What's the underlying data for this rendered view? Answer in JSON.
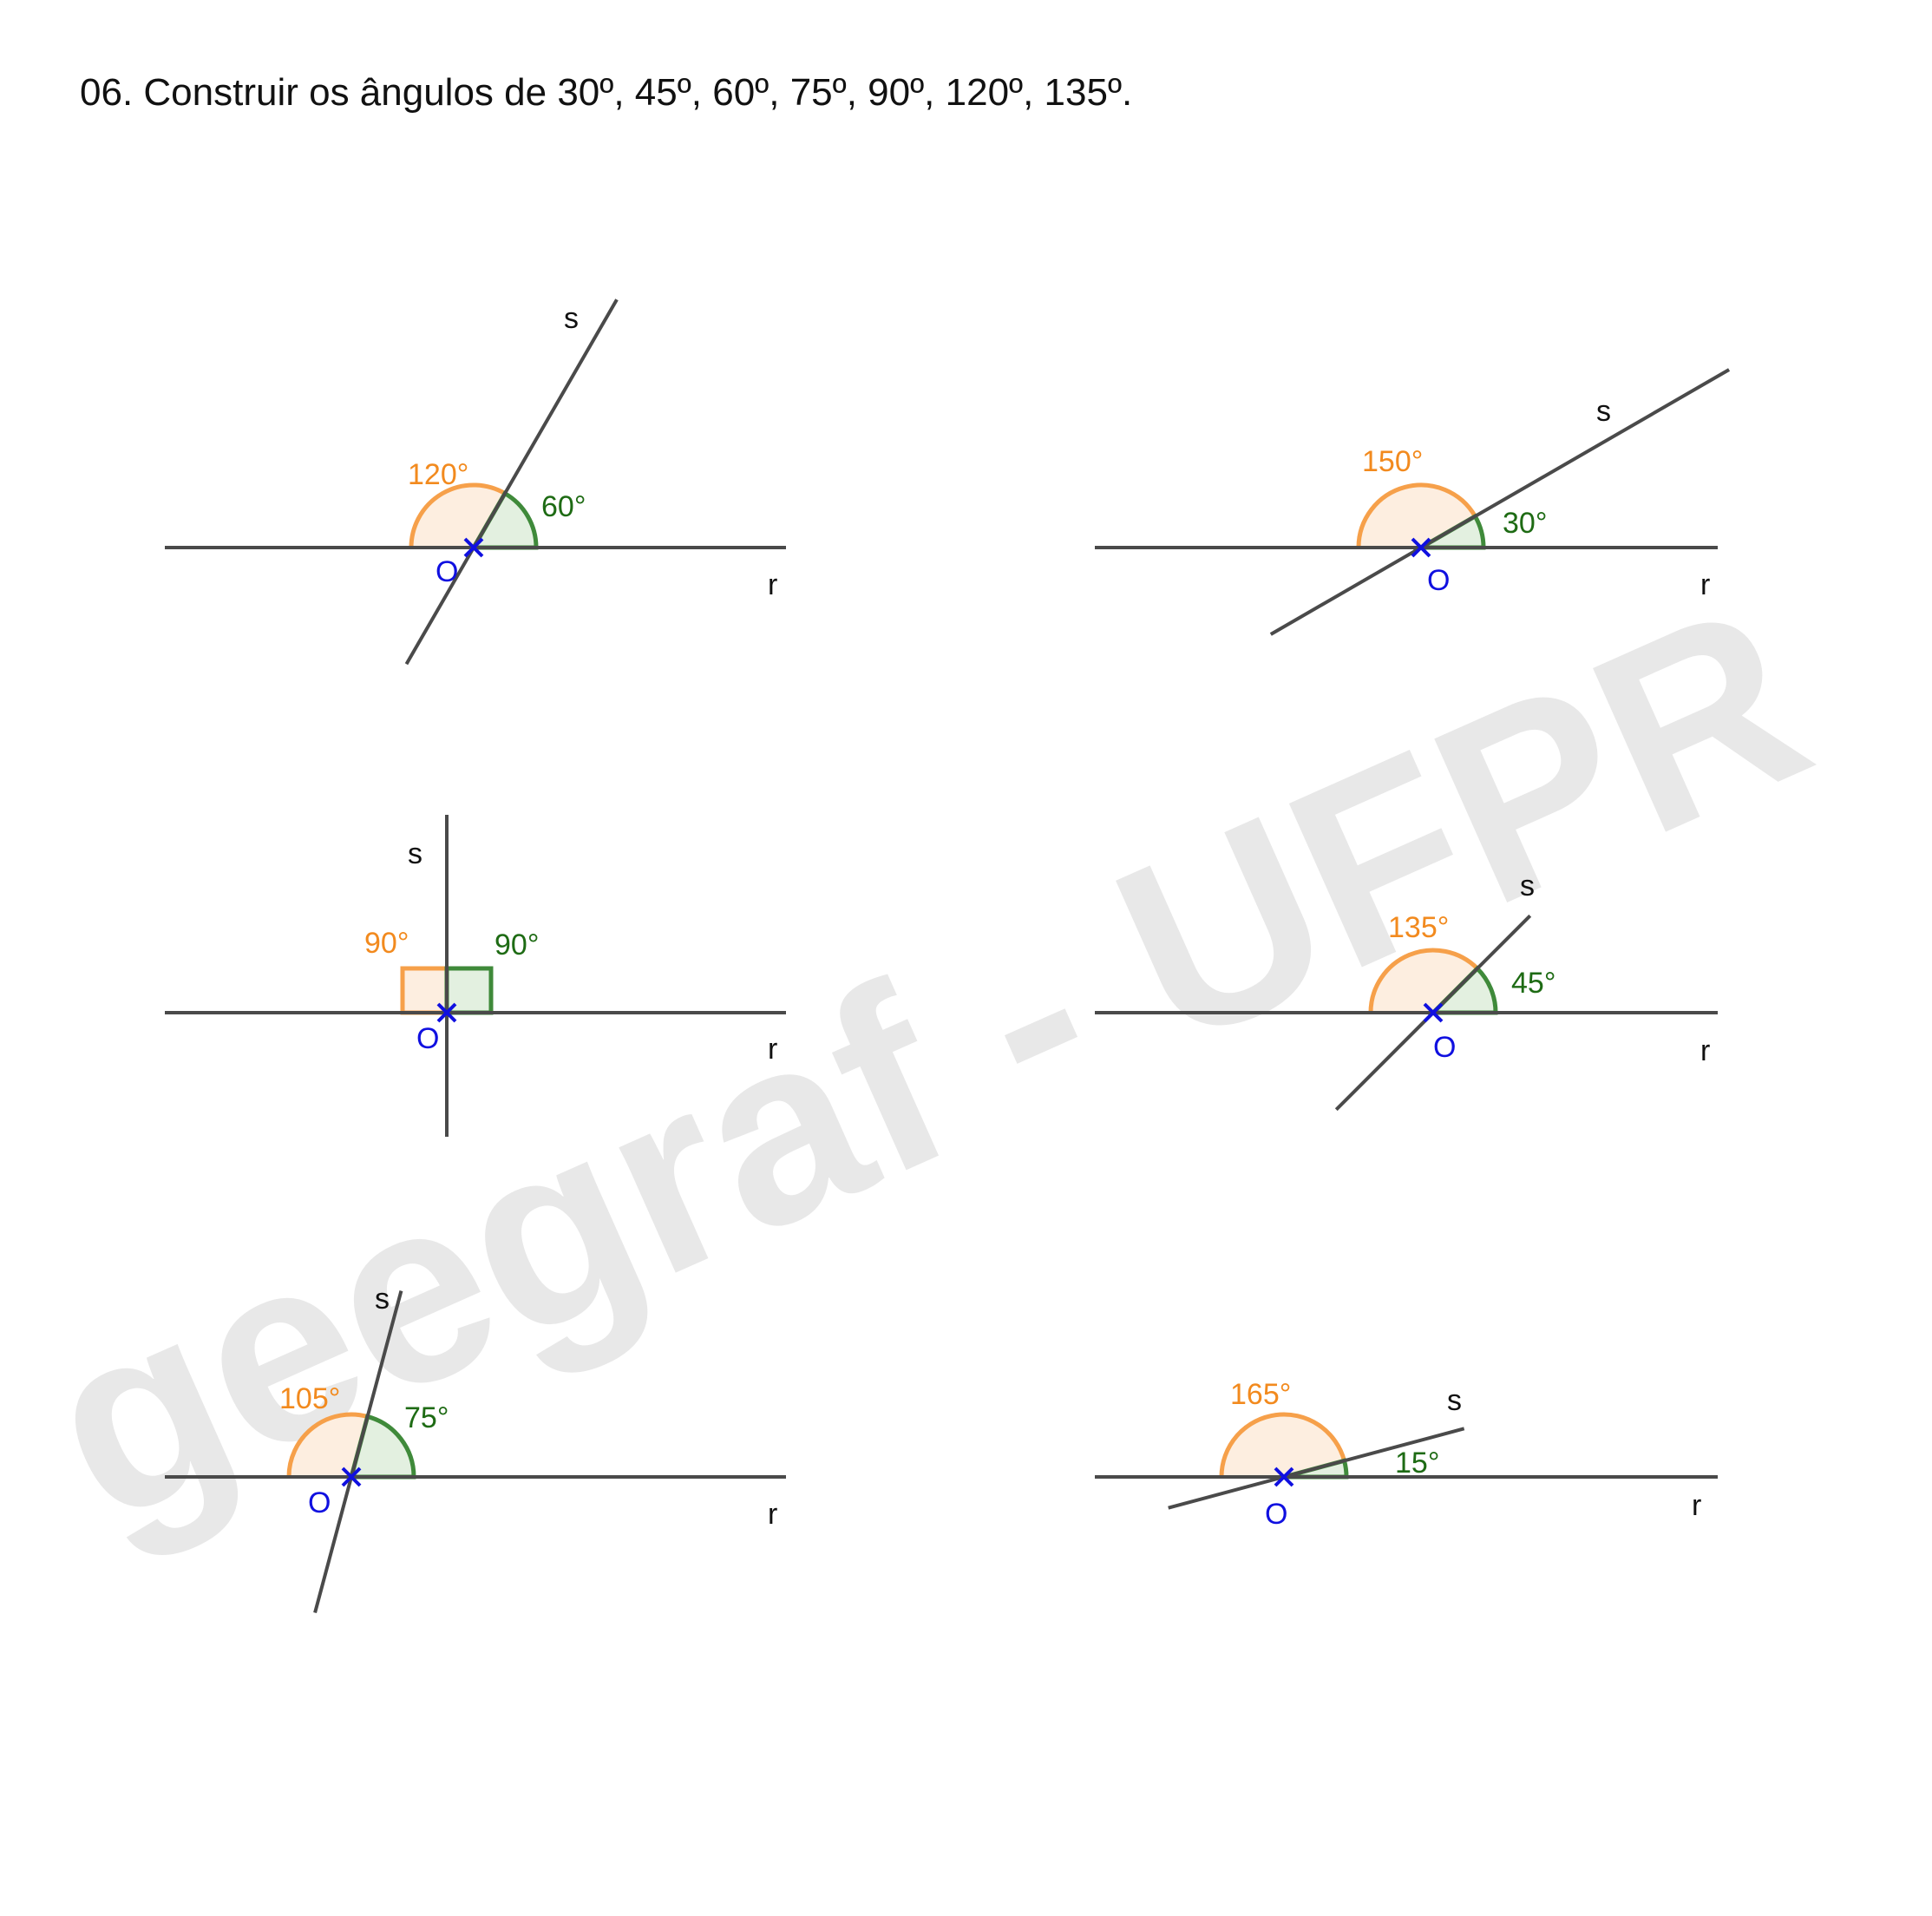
{
  "title": "06.  Construir os ângulos de 30º, 45º, 60º, 75º, 90º, 120º, 135º.",
  "watermark": "geegraf - UFPR",
  "colors": {
    "line": "#4a4a4a",
    "big_angle": "#f6a04a",
    "big_fill": "#fdeee0",
    "small_angle": "#3f8a3a",
    "small_fill": "#e3f0e0",
    "vertex": "#1010e0",
    "big_text": "#f28a1e",
    "small_text": "#1e6b14"
  },
  "figures": [
    {
      "small_deg": 60,
      "big_label": "120°",
      "small_label": "60°",
      "line_r": "r",
      "line_s": "s",
      "vertex": "O"
    },
    {
      "small_deg": 30,
      "big_label": "150°",
      "small_label": "30°",
      "line_r": "r",
      "line_s": "s",
      "vertex": "O"
    },
    {
      "small_deg": 90,
      "big_label": "90°",
      "small_label": "90°",
      "line_r": "r",
      "line_s": "s",
      "vertex": "O"
    },
    {
      "small_deg": 45,
      "big_label": "135°",
      "small_label": "45°",
      "line_r": "r",
      "line_s": "s",
      "vertex": "O"
    },
    {
      "small_deg": 75,
      "big_label": "105°",
      "small_label": "75°",
      "line_r": "r",
      "line_s": "s",
      "vertex": "O"
    },
    {
      "small_deg": 15,
      "big_label": "165°",
      "small_label": "15°",
      "line_r": "r",
      "line_s": "s",
      "vertex": "O"
    }
  ]
}
